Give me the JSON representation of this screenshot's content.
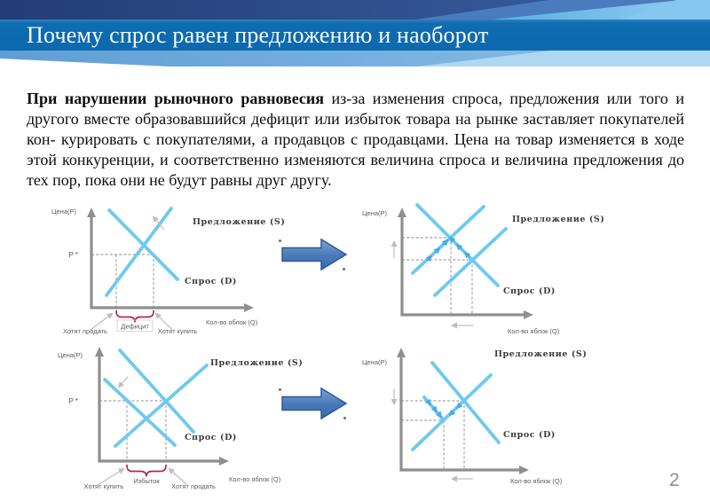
{
  "header": {
    "title": "Почему спрос равен предложению и наоборот"
  },
  "body": {
    "lead": "При нарушении рыночного равновесия",
    "rest": " из-за изменения спроса, предложения или того и другого вместе образовавшийся дефицит или избыток товара на рынке заставляет покупателей кон- курировать с покупателями, а продавцов с продавцами. Цена на товар изменяется в ходе этой конкуренции, и соответственно изменяются величина спроса и величина предложения до тех пор, пока они не будут равны друг другу."
  },
  "labels": {
    "price_axis": "Цена(P)",
    "quantity_axis": "Кол-во яблок (Q)",
    "supply": "Предложение (S)",
    "demand": "Спрос (D)",
    "equilibrium_price": "P *",
    "deficit": "Дефицит",
    "surplus": "Избыток",
    "want_to_sell": "Хотят продать",
    "want_to_buy": "Хотят купить"
  },
  "footer": {
    "page_number": "2"
  },
  "colors": {
    "title_bar_blue": "#0d6bb0",
    "header_navy": "#243c74",
    "header_sky": "#58b0e4",
    "curve_blue": "#6ec9f0",
    "axis_gray": "#8f8f8f",
    "brace_red": "#b22b48",
    "block_arrow_blue": "#4a7cba",
    "body_text": "#0d0d0d",
    "page_number_gray": "#8f8f8f"
  }
}
